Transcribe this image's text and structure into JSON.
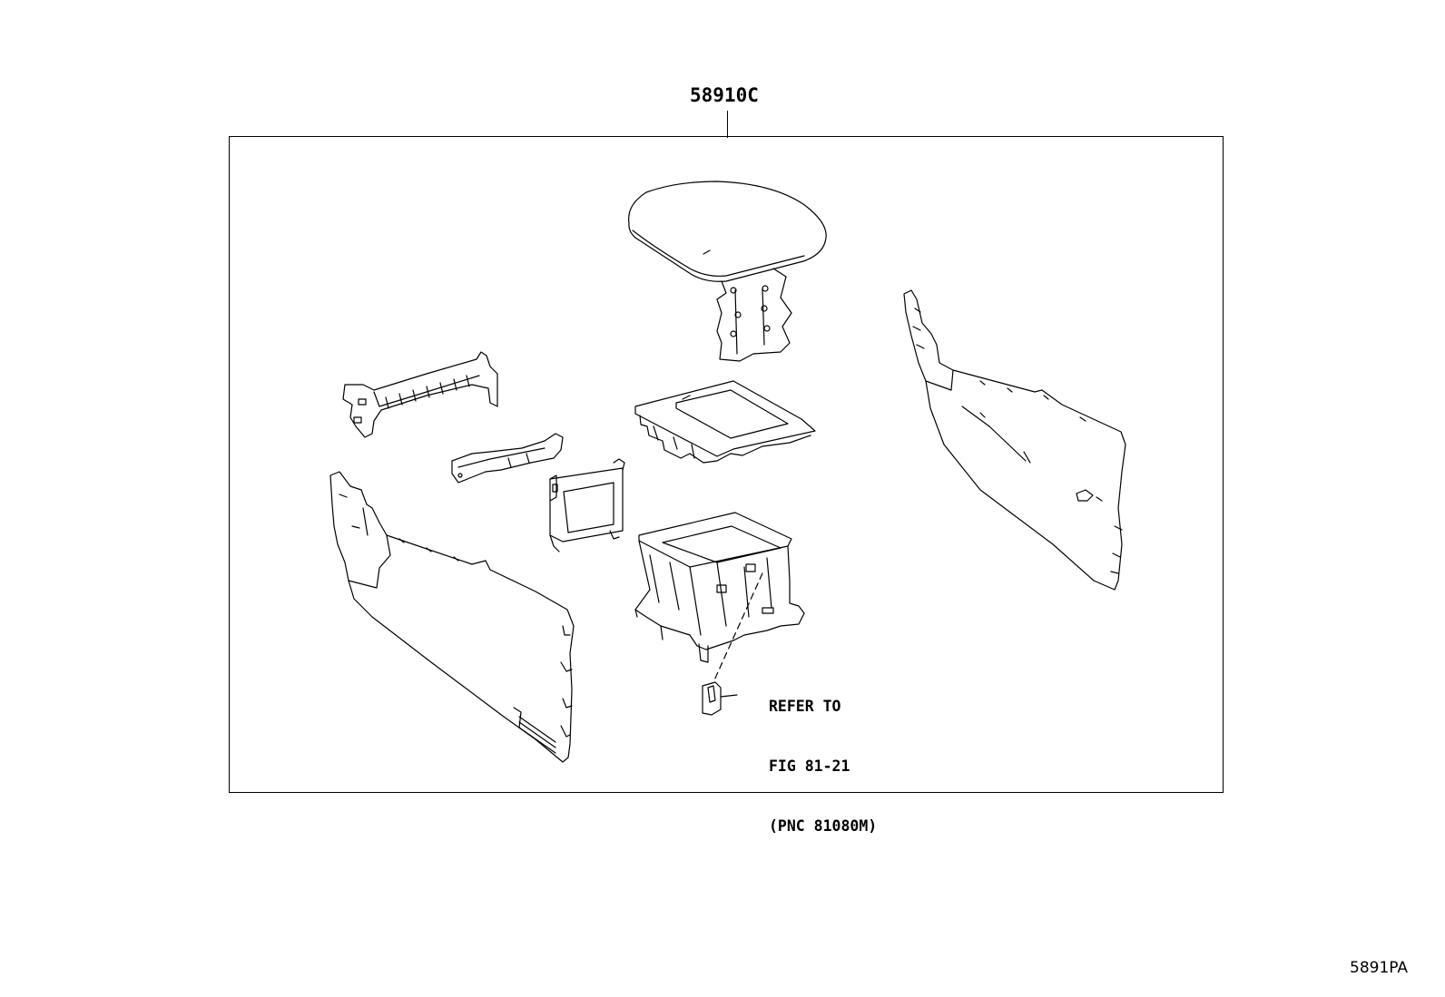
{
  "diagram": {
    "assembly_part_number": "58910C",
    "note": {
      "line1": "REFER TO",
      "line2": "FIG 81-21",
      "line3": "(PNC 81080M)"
    },
    "figure_id": "5891PA"
  },
  "colors": {
    "line": "#000000",
    "background": "#ffffff"
  }
}
